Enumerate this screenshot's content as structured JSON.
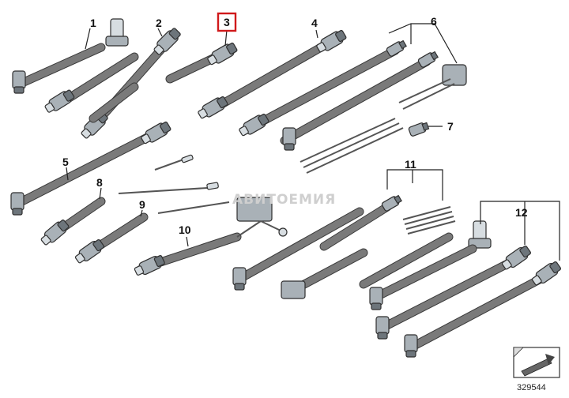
{
  "callouts": {
    "c1": "1",
    "c2": "2",
    "c3": "3",
    "c4": "4",
    "c5": "5",
    "c6": "6",
    "c7": "7",
    "c8": "8",
    "c9": "9",
    "c10": "10",
    "c11": "11",
    "c12": "12"
  },
  "highlighted_callout": "3",
  "highlight_color": "#d0191b",
  "watermark": "АВИТОЕМИЯ",
  "reference_number": "329544",
  "icons": [
    "arrow-icon",
    "fold-corner-icon"
  ]
}
